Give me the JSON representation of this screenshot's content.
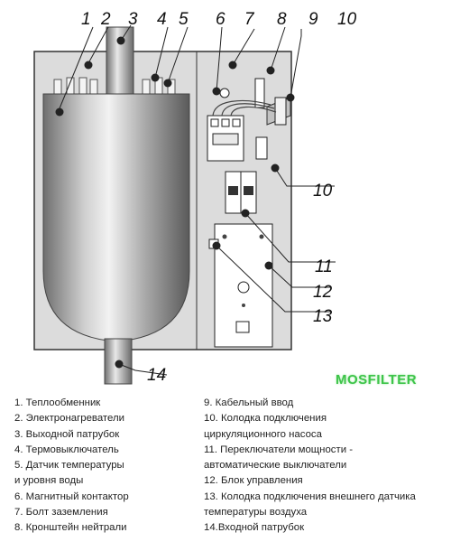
{
  "diagram": {
    "callouts": [
      "1",
      "2",
      "3",
      "4",
      "5",
      "6",
      "7",
      "8",
      "9",
      "10",
      "10",
      "11",
      "12",
      "13",
      "14"
    ],
    "colors": {
      "casing": "#d8d8d8",
      "outline": "#333333",
      "tank": "#9a9a9a",
      "watermark": "#3ec44a"
    }
  },
  "watermark": "MOSFILTER",
  "legend": {
    "left": [
      "1. Теплообменник",
      "2. Электронагреватели",
      "3. Выходной патрубок",
      "4. Термовыключатель",
      "5. Датчик температуры",
      " и уровня воды",
      "6. Магнитный контактор",
      "7. Болт заземления",
      "8. Кронштейн  нейтрали"
    ],
    "right": [
      "9. Кабельный ввод",
      "10. Колодка подключения",
      "циркуляционного насоса",
      "11. Переключатели мощности -",
      "автоматические выключатели",
      "12. Блок управления",
      "13. Колодка подключения внешнего датчика",
      "температуры воздуха",
      "14.Входной патрубок"
    ]
  }
}
